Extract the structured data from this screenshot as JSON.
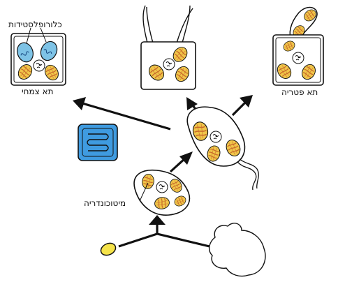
{
  "labels": {
    "chloroplasts": "כלורופלסטידות",
    "plant_cell": "תא צמחי",
    "fungus_cell": "תא פטריה",
    "mitochondria": "מיטוכונדריה"
  },
  "colors": {
    "mitochondria_fill": "#f0c64a",
    "mitochondria_stripe": "#c86a2a",
    "chloroplast_fill": "#7ec3e6",
    "chloroplast_box": "#3f9be0",
    "small_cell_fill": "#f5e34a",
    "outline": "#111111"
  },
  "icons": [
    "arrow-icon",
    "nucleus-icon",
    "mitochondrion-icon",
    "chloroplast-icon",
    "flagellum-icon",
    "hypha-icon"
  ]
}
